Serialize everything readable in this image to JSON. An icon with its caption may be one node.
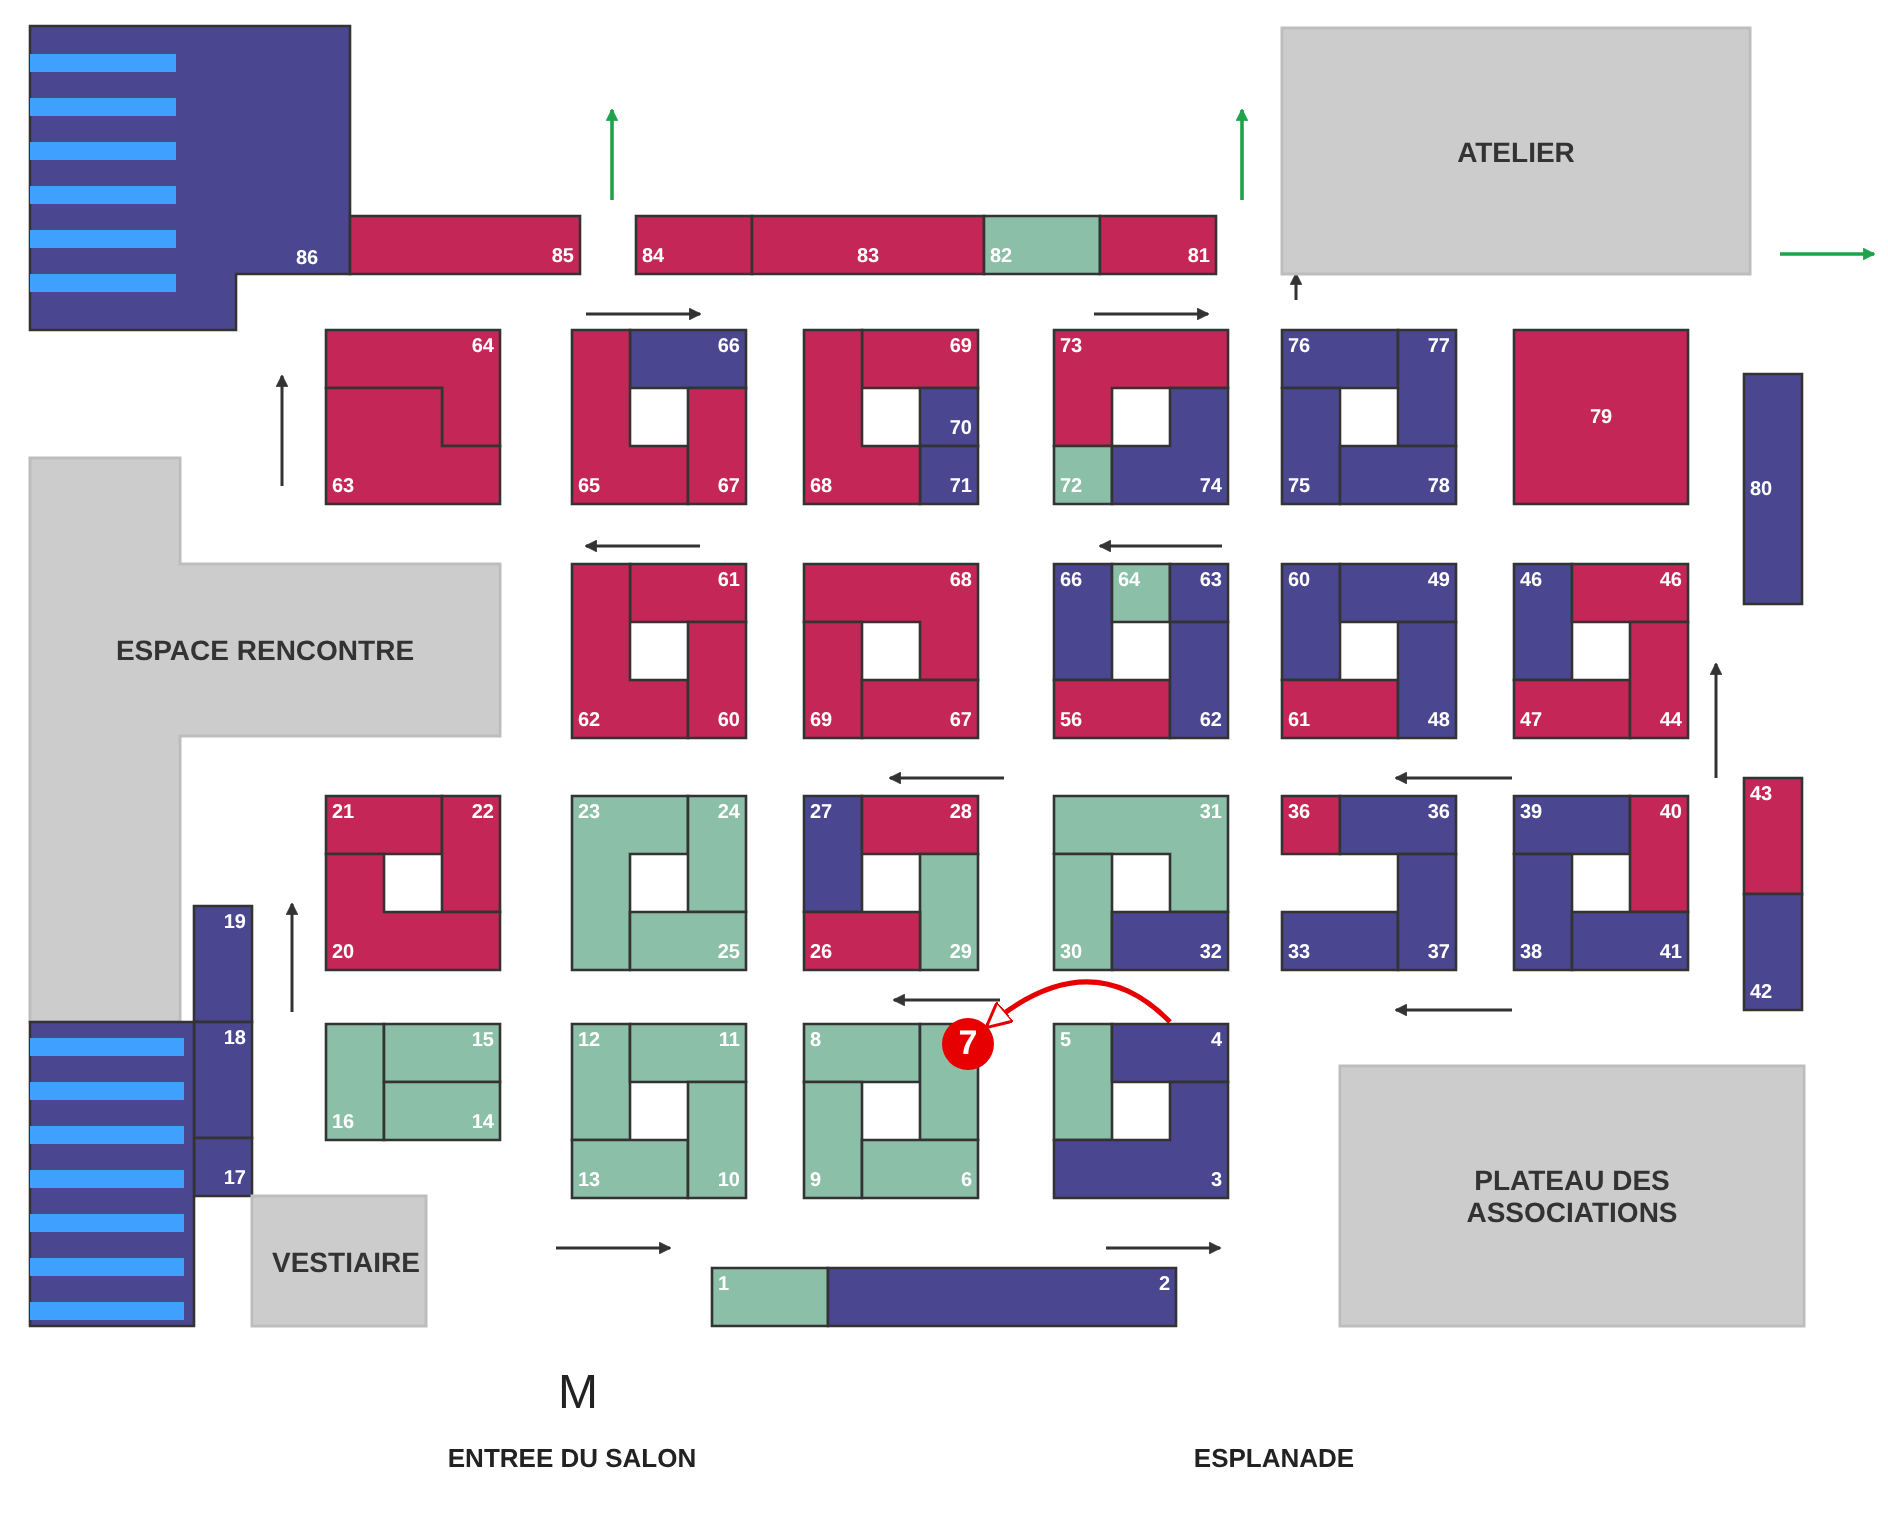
{
  "diagram": {
    "nodes": [
      {
        "text": [
          "86"
        ]
      },
      {
        "text": [
          "85"
        ]
      },
      {
        "text": [
          "84"
        ]
      },
      {
        "text": [
          "83"
        ]
      },
      {
        "text": [
          "82"
        ]
      },
      {
        "text": [
          "81"
        ]
      },
      {
        "text": [
          "ATELIER"
        ]
      },
      {
        "text": [
          "64"
        ]
      },
      {
        "text": [
          "63"
        ]
      },
      {
        "text": [
          "66"
        ]
      },
      {
        "text": [
          "65"
        ]
      },
      {
        "text": [
          "67"
        ]
      },
      {
        "text": [
          "69"
        ]
      },
      {
        "text": [
          "70"
        ]
      },
      {
        "text": [
          "71"
        ]
      },
      {
        "text": [
          "68"
        ]
      },
      {
        "text": [
          "73"
        ]
      },
      {
        "text": [
          "72"
        ]
      },
      {
        "text": [
          "74"
        ]
      },
      {
        "text": [
          "76"
        ]
      },
      {
        "text": [
          "77"
        ]
      },
      {
        "text": [
          "75"
        ]
      },
      {
        "text": [
          "78"
        ]
      },
      {
        "text": [
          "79"
        ]
      },
      {
        "text": [
          "80"
        ]
      },
      {
        "text": [
          "ESPACE RENCONTRE"
        ]
      },
      {
        "text": [
          "61"
        ]
      },
      {
        "text": [
          "62"
        ]
      },
      {
        "text": [
          "60"
        ]
      },
      {
        "text": [
          "68"
        ]
      },
      {
        "text": [
          "69"
        ]
      },
      {
        "text": [
          "67"
        ]
      },
      {
        "text": [
          "66"
        ]
      },
      {
        "text": [
          "64"
        ]
      },
      {
        "text": [
          "63"
        ]
      },
      {
        "text": [
          "56"
        ]
      },
      {
        "text": [
          "62"
        ]
      },
      {
        "text": [
          "60"
        ]
      },
      {
        "text": [
          "49"
        ]
      },
      {
        "text": [
          "61"
        ]
      },
      {
        "text": [
          "48"
        ]
      },
      {
        "text": [
          "46"
        ]
      },
      {
        "text": [
          "46"
        ]
      },
      {
        "text": [
          "47"
        ]
      },
      {
        "text": [
          "44"
        ]
      },
      {
        "text": [
          "21"
        ]
      },
      {
        "text": [
          "22"
        ]
      },
      {
        "text": [
          "20"
        ]
      },
      {
        "text": [
          "23"
        ]
      },
      {
        "text": [
          "24"
        ]
      },
      {
        "text": [
          "25"
        ]
      },
      {
        "text": [
          "27"
        ]
      },
      {
        "text": [
          "28"
        ]
      },
      {
        "text": [
          "29"
        ]
      },
      {
        "text": [
          "26"
        ]
      },
      {
        "text": [
          "31"
        ]
      },
      {
        "text": [
          "30"
        ]
      },
      {
        "text": [
          "32"
        ]
      },
      {
        "text": [
          "36"
        ]
      },
      {
        "text": [
          "36"
        ]
      },
      {
        "text": [
          "33"
        ]
      },
      {
        "text": [
          "37"
        ]
      },
      {
        "text": [
          "39"
        ]
      },
      {
        "text": [
          "40"
        ]
      },
      {
        "text": [
          "38"
        ]
      },
      {
        "text": [
          "41"
        ]
      },
      {
        "text": [
          "43"
        ]
      },
      {
        "text": [
          "42"
        ]
      },
      {
        "text": [
          "19"
        ]
      },
      {
        "text": [
          "18"
        ]
      },
      {
        "text": [
          "17"
        ]
      },
      {
        "text": [],
        "shape": "box"
      },
      {
        "text": [
          "16"
        ]
      },
      {
        "text": [
          "15"
        ]
      },
      {
        "text": [
          "14"
        ]
      },
      {
        "text": [
          "12"
        ]
      },
      {
        "text": [
          "11"
        ]
      },
      {
        "text": [
          "13"
        ]
      },
      {
        "text": [
          "10"
        ]
      },
      {
        "text": [
          "8"
        ]
      },
      {
        "text": [],
        "shape": "box"
      },
      {
        "text": [
          "9"
        ]
      },
      {
        "text": [
          "6"
        ]
      },
      {
        "text": [
          "5"
        ]
      },
      {
        "text": [
          "4"
        ]
      },
      {
        "text": [
          "3"
        ]
      },
      {
        "text": [
          "7"
        ]
      },
      {
        "text": [
          "VESTIAIRE"
        ]
      },
      {
        "text": [
          "PLATEAU DES ASSOCIATIONS"
        ]
      },
      {
        "text": [
          "1"
        ]
      },
      {
        "text": [
          "2"
        ]
      }
    ],
    "edges": [
      {
        "from": 84,
        "to": 86,
        "arrow": "to"
      }
    ],
    "labels": [
      "M",
      "ENTREE DU SALON",
      "ESPLANADE"
    ]
  }
}
